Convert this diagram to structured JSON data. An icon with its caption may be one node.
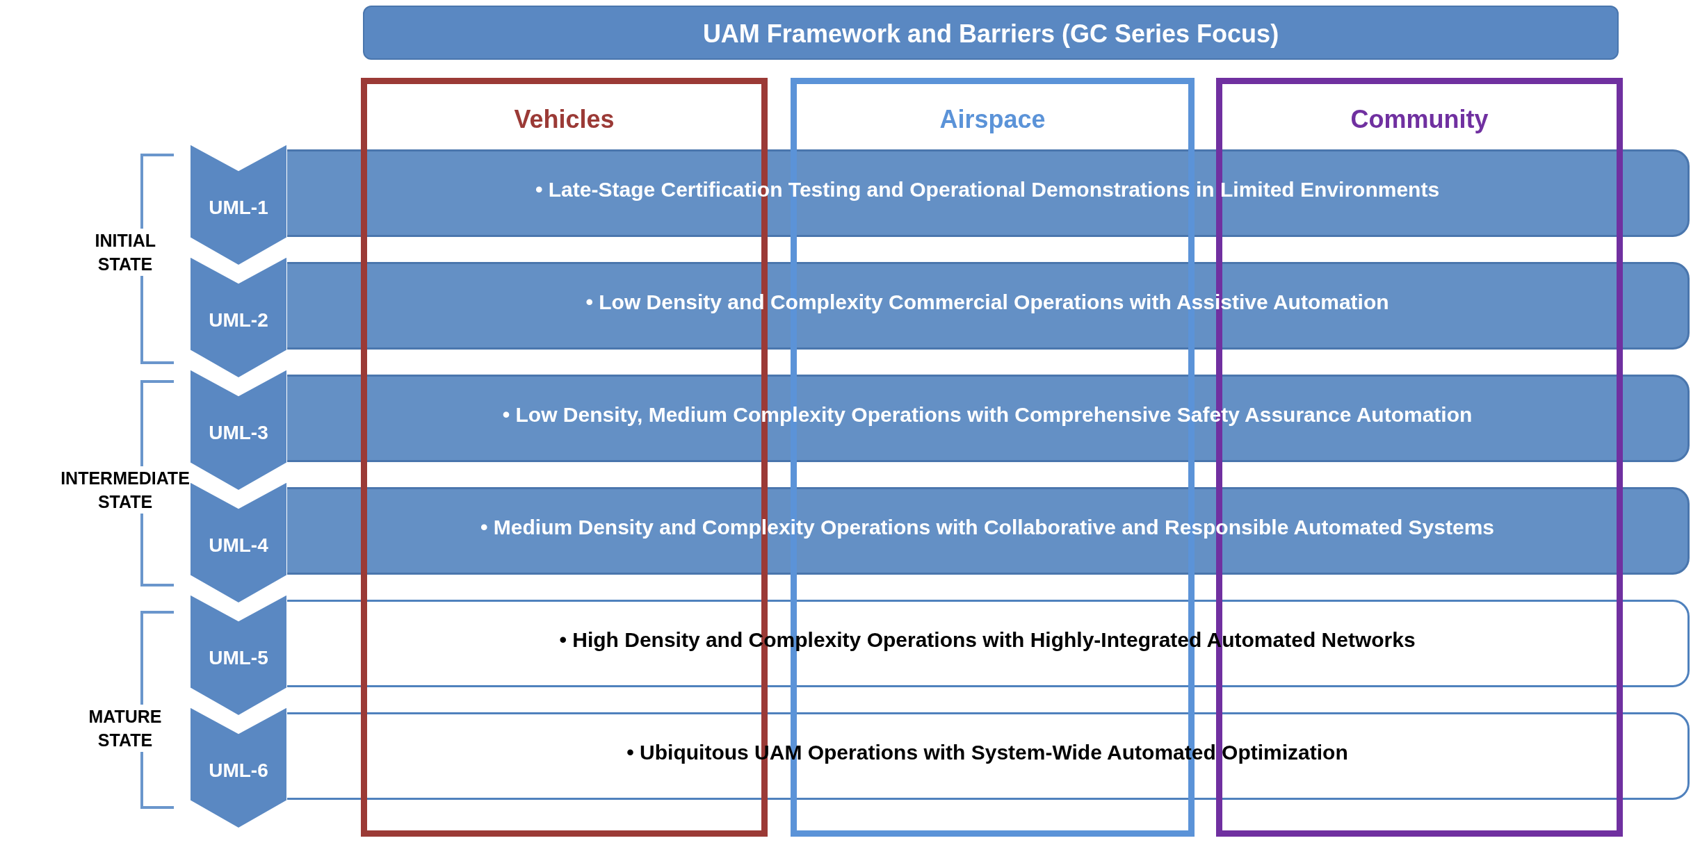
{
  "diagram": {
    "nodes": [
      {
        "text": [
          "UAM Framework and Barriers (GC Series Focus)"
        ]
      },
      {
        "text": [
          "Vehicles"
        ]
      },
      {
        "text": [
          "Airspace"
        ]
      },
      {
        "text": [
          "Community"
        ]
      },
      {
        "text": [
          "UML-1"
        ]
      },
      {
        "text": [
          "• Late-Stage Certification Testing and Operational Demonstrations in Limited Environments"
        ]
      },
      {
        "text": [
          "UML-2"
        ]
      },
      {
        "text": [
          "•  Low Density and Complexity Commercial Operations with Assistive Automation"
        ]
      },
      {
        "text": [
          "UML-3"
        ]
      },
      {
        "text": [
          "• Low Density, Medium Complexity Operations with Comprehensive Safety Assurance Automation"
        ]
      },
      {
        "text": [
          "UML-4"
        ]
      },
      {
        "text": [
          "• Medium Density and Complexity Operations with Collaborative and Responsible Automated Systems"
        ]
      },
      {
        "text": [
          "UML-5"
        ]
      },
      {
        "text": [
          "• High Density and Complexity Operations with Highly-Integrated Automated Networks"
        ]
      },
      {
        "text": [
          "UML-6"
        ]
      },
      {
        "text": [
          "• Ubiquitous UAM Operations with System-Wide Automated Optimization"
        ]
      }
    ],
    "labels": [
      "INITIAL STATE",
      "INTERMEDIATE STATE",
      "MATURE STATE"
    ]
  }
}
